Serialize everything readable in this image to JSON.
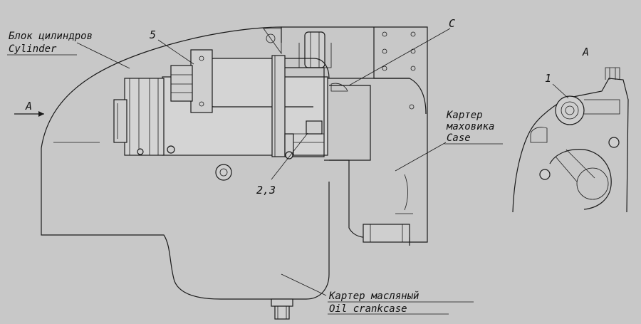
{
  "labels": {
    "cylinder_ru": "Блок цилиндров",
    "cylinder_en": "Cylinder",
    "case_ru_1": "Картер",
    "case_ru_2": "маховика",
    "case_en": "Case",
    "oil_ru": "Картер масляный",
    "oil_en": "Oil crankcase"
  },
  "callouts": {
    "item_5": "5",
    "item_c": "C",
    "items_2_3": "2,3",
    "view_a_arrow": "A",
    "view_a_title": "A",
    "item_1": "1"
  },
  "colors": {
    "background": "#c8c8c8",
    "line": "#1a1a1a"
  }
}
